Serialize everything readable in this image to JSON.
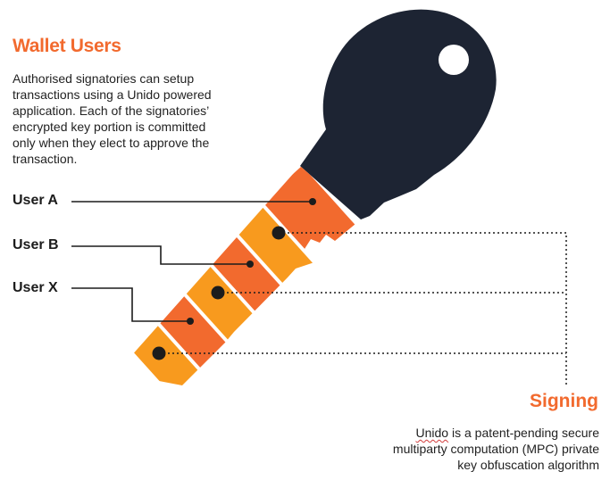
{
  "wallet": {
    "title": "Wallet Users",
    "description_lines": [
      "Authorised signatories can setup",
      "transactions using a Unido powered",
      "application. Each of the signatories’",
      "encrypted key portion is committed",
      "only when they elect to approve the",
      "transaction."
    ]
  },
  "users": [
    {
      "label": "User A"
    },
    {
      "label": "User B"
    },
    {
      "label": "User X"
    }
  ],
  "signing": {
    "title": "Signing",
    "brand": "Unido",
    "description_rest_line1": " is a patent-pending secure",
    "description_line2": "multiparty computation (MPC) private",
    "description_line3": "key obfuscation algorithm"
  },
  "colors": {
    "accent": "#f26a2e",
    "key_head": "#1d2433",
    "segment_red": "#f26a2e",
    "segment_orange": "#f89a1e"
  }
}
